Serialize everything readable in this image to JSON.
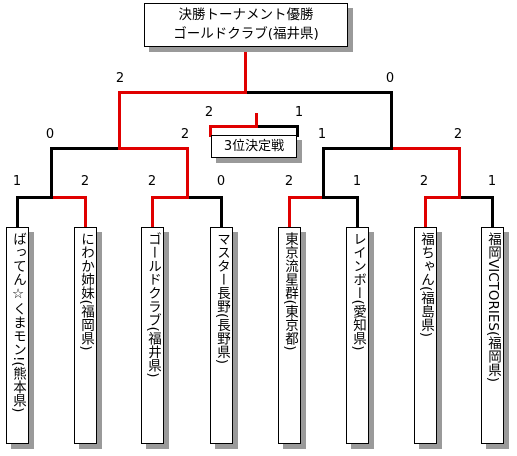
{
  "champion": {
    "title": "決勝トーナメント優勝",
    "winner": "ゴールドクラブ(福井県)"
  },
  "third_place_label": "3位決定戦",
  "teams": [
    "ばってん☆くまモン!(熊本県)",
    "にわか姉妹(福岡県)",
    "ゴールドクラブ(福井県)",
    "マスター長野(長野県)",
    "東京流星群(東京都)",
    "レインボー(愛知県)",
    "福ちゃん(福島県)",
    "福岡VICTORIES(福岡県)"
  ],
  "scores": {
    "r1": [
      "1",
      "2",
      "2",
      "0",
      "2",
      "1",
      "2",
      "1"
    ],
    "semi": [
      "0",
      "2",
      "1",
      "2"
    ],
    "final": [
      "2",
      "0"
    ],
    "third": [
      "2",
      "1"
    ]
  },
  "colors": {
    "winner_line": "#e00000",
    "loser_line": "#000000",
    "shadow": "#9a9a9a"
  }
}
